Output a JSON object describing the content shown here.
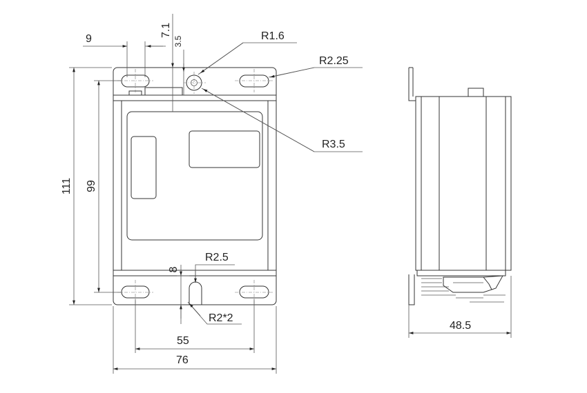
{
  "dimensions": {
    "width_total": "76",
    "hole_spacing": "55",
    "height_total": "111",
    "hole_vertical": "99",
    "slot_offset": "9",
    "top_offset": "7.1",
    "top_small": "3.5",
    "depth": "48.5",
    "bottom_slot": "8"
  },
  "radii": {
    "r1_6": "R1.6",
    "r2_25": "R2.25",
    "r3_5": "R3.5",
    "r2_5": "R2.5",
    "r2x2": "R2*2"
  },
  "colors": {
    "line": "#333333",
    "text": "#222222",
    "background": "#ffffff"
  }
}
